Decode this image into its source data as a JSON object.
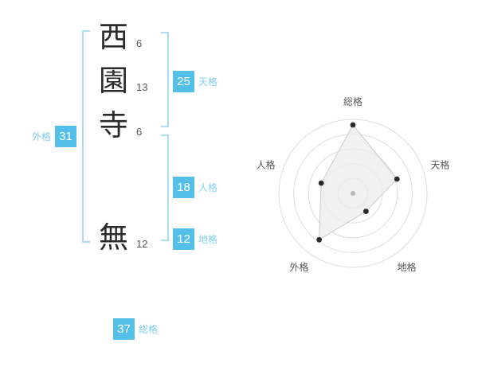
{
  "colors": {
    "accent": "#54bfe8",
    "label_blue": "#82cdee",
    "bracket_blue": "#a9dcf5",
    "ring_gray": "#dddddd",
    "series_fill": "#ececec"
  },
  "name": {
    "chars": [
      {
        "char": "西",
        "strokes": "6"
      },
      {
        "char": "園",
        "strokes": "13"
      },
      {
        "char": "寺",
        "strokes": "6"
      },
      {
        "char": "無",
        "strokes": "12"
      }
    ]
  },
  "kaku": {
    "tenkaku": {
      "label": "天格",
      "value": "25"
    },
    "jinkaku": {
      "label": "人格",
      "value": "18"
    },
    "chikaku": {
      "label": "地格",
      "value": "12"
    },
    "gaikaku": {
      "label": "外格",
      "value": "31"
    },
    "soukaku": {
      "label": "総格",
      "value": "37"
    }
  },
  "chart_data": {
    "type": "radar",
    "title": "",
    "categories": [
      "総格",
      "天格",
      "地格",
      "外格",
      "人格"
    ],
    "values": [
      37,
      25,
      12,
      31,
      18
    ],
    "max": 40,
    "rings": 5,
    "grid": "circular",
    "legend": "none"
  }
}
